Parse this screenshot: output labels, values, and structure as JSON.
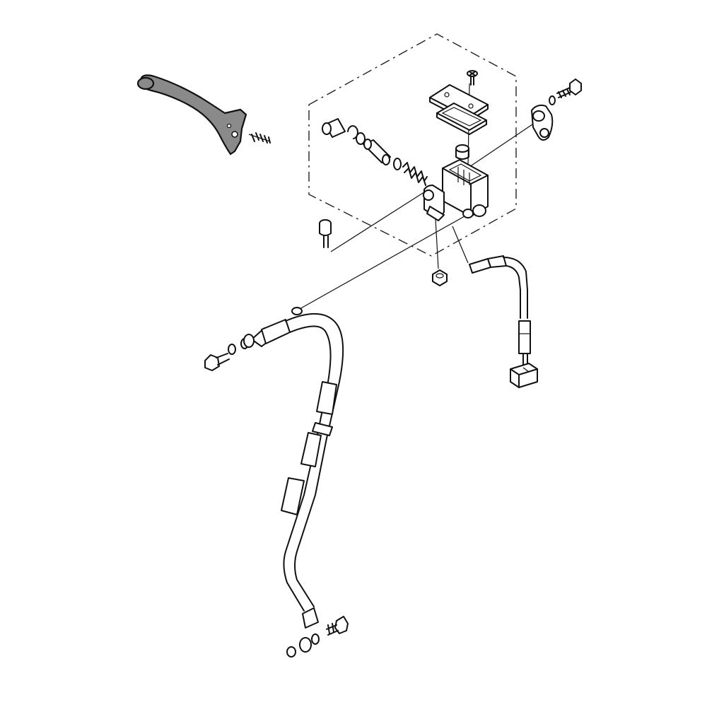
{
  "diagram": {
    "type": "exploded-parts-view",
    "labels": [],
    "colors": {
      "line": "#111111",
      "background": "#ffffff",
      "lever_fill": "#8a8a8a"
    },
    "parts": [
      "brake-lever",
      "lever-pivot-spring",
      "master-cylinder-cap-screw",
      "reservoir-cap",
      "reservoir-diaphragm",
      "master-cylinder-body",
      "reservoir-float",
      "piston-boot",
      "snap-ring",
      "piston",
      "cup",
      "return-spring",
      "clamp-bolt",
      "clamp-washer",
      "handlebar-clamp",
      "lever-pivot-bolt",
      "pivot-nut",
      "brake-light-switch",
      "switch-wire-connector",
      "upper-banjo-bolt",
      "upper-sealing-washer",
      "brake-hose",
      "hose-guide",
      "lower-banjo-bolt",
      "lower-sealing-washer"
    ]
  }
}
